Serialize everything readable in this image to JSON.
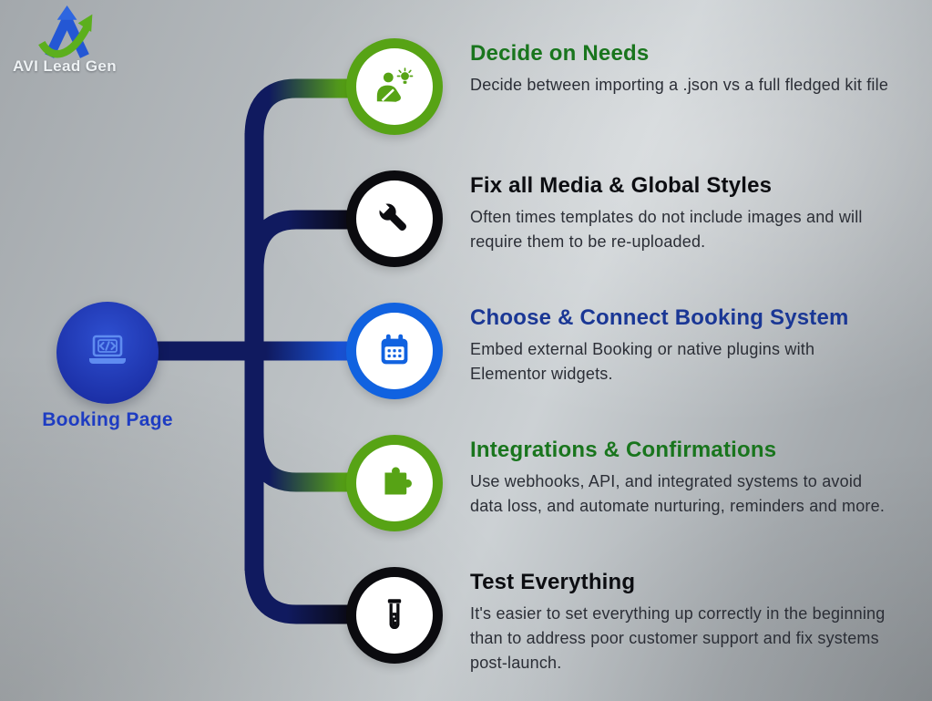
{
  "logo": {
    "brand": "AVI Lead Gen",
    "icon": "avi-monogram-arrows-icon",
    "arrow_blue": "#2457d4",
    "arrow_green": "#5caf1d",
    "text_color": "#eef2f4"
  },
  "root_node": {
    "label": "Booking Page",
    "icon": "laptop-code-icon",
    "circle_color": "#1e38b2",
    "icon_color": "#5f8cf0",
    "label_color": "#1e3cc2"
  },
  "connectors": {
    "trunk_color": "#101a5f",
    "blue_end": "#1a57e0",
    "green_end": "#57a315",
    "black_end": "#0a0a14"
  },
  "steps": [
    {
      "title": "Decide on Needs",
      "title_color": "#19751d",
      "ring_color": "#57a315",
      "icon": "thinking-person-lightbulb-icon",
      "description": "Decide between importing a .json vs a full fledged kit file"
    },
    {
      "title": "Fix all Media & Global Styles",
      "title_color": "#0c0d11",
      "ring_color": "#0b0b0f",
      "icon": "wrench-icon",
      "description": "Often times templates do not include images and will require them to be re-uploaded."
    },
    {
      "title": "Choose & Connect Booking System",
      "title_color": "#1a3795",
      "ring_color": "#1162e0",
      "icon": "calendar-icon",
      "description": "Embed external Booking or native plugins with Elementor widgets."
    },
    {
      "title": "Integrations & Confirmations",
      "title_color": "#19751d",
      "ring_color": "#57a315",
      "icon": "puzzle-piece-icon",
      "description": "Use webhooks, API, and integrated systems to avoid data loss, and automate nurturing, reminders and more."
    },
    {
      "title": "Test Everything",
      "title_color": "#0c0d11",
      "ring_color": "#0b0b0f",
      "icon": "test-tube-icon",
      "description": "It's easier to set everything up correctly in the beginning than to address poor customer support and fix systems post-launch."
    }
  ],
  "body_text_color": "#2b2e36"
}
